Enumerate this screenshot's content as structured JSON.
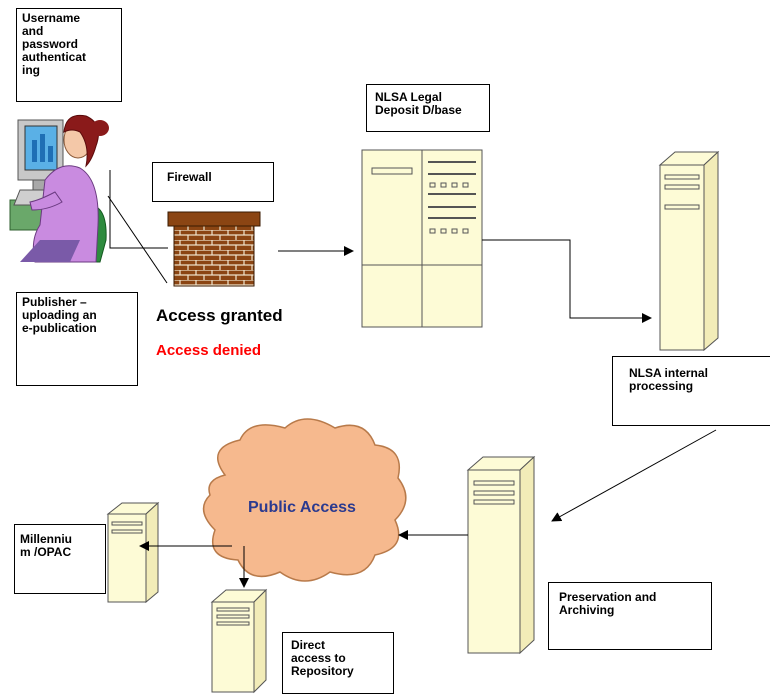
{
  "labels": {
    "username_box": "Username\nand\npassword\nauthenticat\ning",
    "publisher_box": "Publisher –\nuploading an\ne-publication",
    "firewall_box": "Firewall",
    "legal_deposit_box": "NLSA Legal\nDeposit D/base",
    "internal_processing_box": "NLSA internal\nprocessing",
    "preservation_box": "Preservation and\nArchiving",
    "millennium_box": "Millenniu\nm /OPAC",
    "direct_access_box": "Direct\naccess to\nRepository",
    "public_access": "Public Access"
  },
  "status": {
    "granted": "Access granted",
    "denied": "Access denied"
  },
  "colors": {
    "server_fill": "#fdfbd6",
    "brick_fill": "#8b4513",
    "cloud_fill": "#f6b98e",
    "public_access_text": "#2b3a8f",
    "denied_text": "#ff0000",
    "person_shirt": "#c98be0",
    "person_hair": "#8a1a1a",
    "monitor_screen": "#5ab0e6"
  },
  "icons": [
    "person-at-computer-icon",
    "firewall-brick-wall-icon",
    "server-icon",
    "cloud-icon"
  ]
}
